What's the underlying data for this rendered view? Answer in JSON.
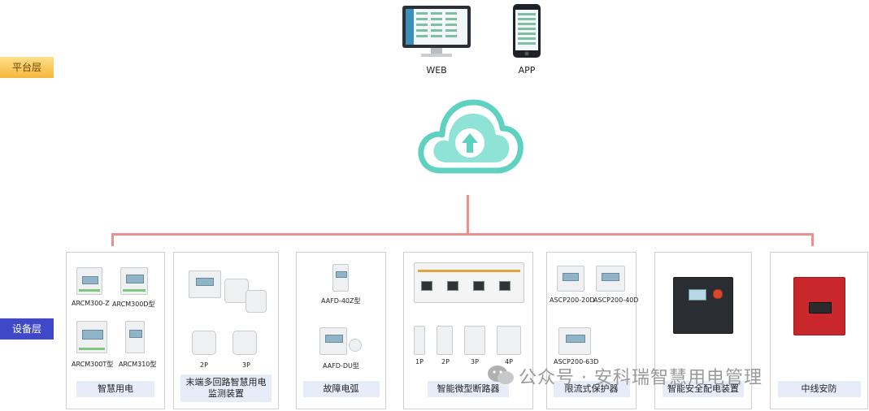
{
  "layers": {
    "platform": "平台层",
    "device": "设备层"
  },
  "endpoints": {
    "web": "WEB",
    "app": "APP"
  },
  "boxes": [
    {
      "label": "智慧用电",
      "products": [
        "ARCM300-Z",
        "ARCM300D型",
        "ARCM300T型",
        "ARCM310型"
      ]
    },
    {
      "label": "末端多回路智慧用电监测装置",
      "products": [
        "2P",
        "3P"
      ]
    },
    {
      "label": "故障电弧",
      "products": [
        "AAFD-40Z型",
        "AAFD-DU型"
      ]
    },
    {
      "label": "智能微型断路器",
      "products": [
        "1P",
        "2P",
        "3P",
        "4P"
      ]
    },
    {
      "label": "限流式保护器",
      "products": [
        "ASCP200-20D",
        "ASCP200-40D",
        "ASCP200-63D"
      ]
    },
    {
      "label": "智能安全配电装置",
      "products": []
    },
    {
      "label": "中线安防",
      "products": []
    }
  ],
  "watermark": "公众号 · 安科瑞智慧用电管理",
  "colors": {
    "connector": "#ee8f8f",
    "cloud": "#5fd1c0",
    "platform_tag": "#f6b53a",
    "device_tag": "#3f49c8"
  }
}
